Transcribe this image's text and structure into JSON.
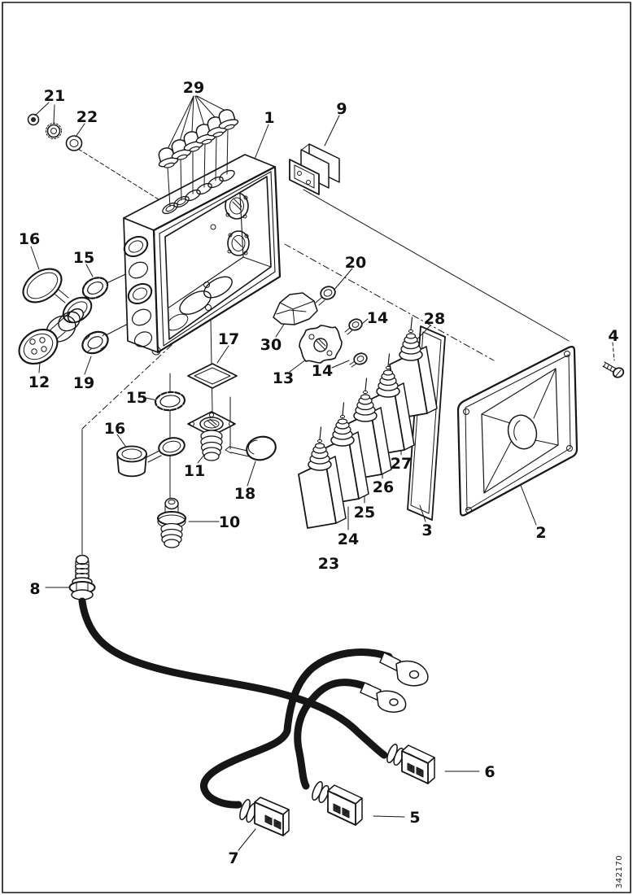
{
  "diagram": {
    "drawing_number": "342170",
    "callouts": {
      "c1": "1",
      "c2": "2",
      "c3": "3",
      "c4": "4",
      "c5": "5",
      "c6": "6",
      "c7": "7",
      "c8": "8",
      "c9": "9",
      "c10": "10",
      "c11": "11",
      "c12": "12",
      "c13": "13",
      "c14a": "14",
      "c14b": "14",
      "c15a": "15",
      "c15b": "15",
      "c16a": "16",
      "c16b": "16",
      "c17": "17",
      "c18": "18",
      "c19": "19",
      "c20": "20",
      "c21": "21",
      "c22": "22",
      "c23": "23",
      "c24": "24",
      "c25": "25",
      "c26": "26",
      "c27": "27",
      "c28": "28",
      "c29": "29",
      "c30": "30"
    }
  }
}
